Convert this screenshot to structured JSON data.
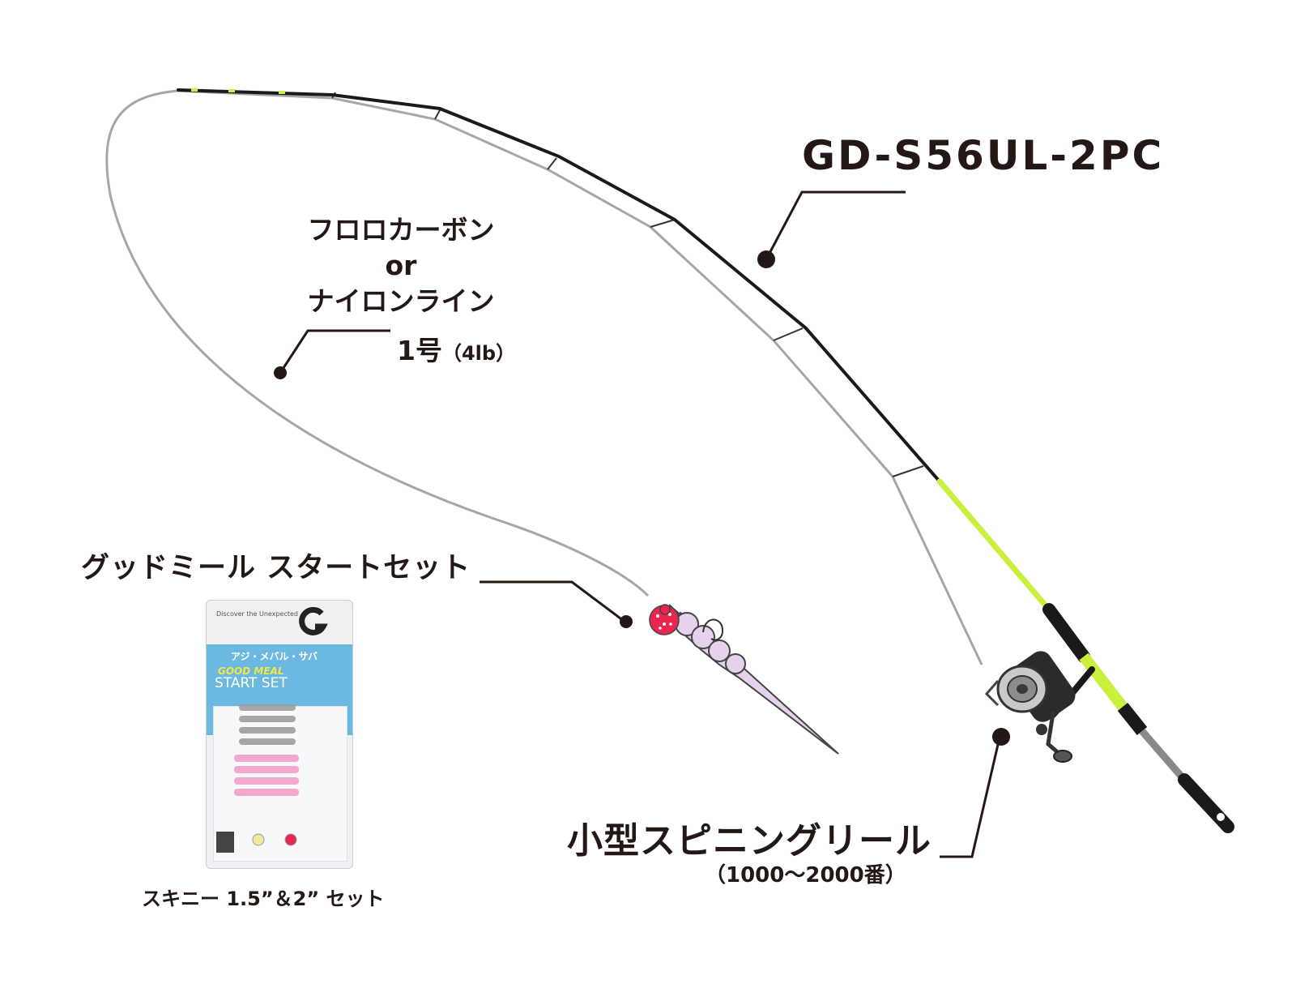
{
  "rod": {
    "model": "GD-S56UL-2PC",
    "colors": {
      "blank": "#1a1a1a",
      "accent": "#c8f03c",
      "guide_line": "#a0a0a0"
    }
  },
  "line": {
    "material_line1": "フロロカーボン",
    "material_line2": "or",
    "material_line3": "ナイロンライン",
    "size": "1号",
    "size_sub": "（4lb）"
  },
  "lure": {
    "name": "グッドミール スタートセット",
    "caption": "スキニー 1.5”＆2” セット",
    "colors": {
      "jighead": "#e8264f",
      "worm": "#e6d2ec"
    },
    "package": {
      "tagline": "Discover the Unexpected",
      "species": "アジ・メバル・サバ",
      "brand": "GOOD MEAL",
      "product": "START SET"
    }
  },
  "reel": {
    "label": "小型スピニングリール",
    "size": "（1000～2000番）"
  }
}
